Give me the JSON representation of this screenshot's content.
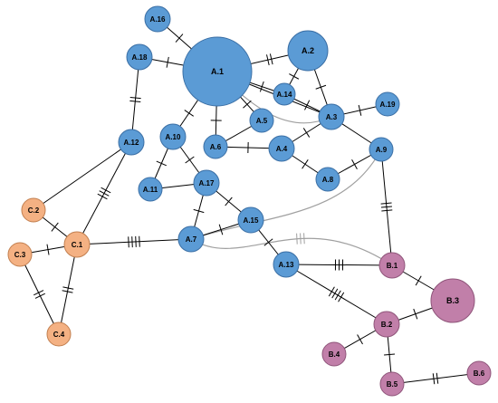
{
  "diagram": {
    "colors": {
      "group_a": "#5b9bd5",
      "group_a_stroke": "#3b6fa5",
      "group_b": "#c17fa9",
      "group_b_stroke": "#8f557a",
      "group_c": "#f4b183",
      "group_c_stroke": "#c27f4f",
      "edge": "#000000",
      "curve": "#a0a0a0"
    },
    "nodes": [
      {
        "id": "A.1",
        "label": "A.1",
        "group": "a"
      },
      {
        "id": "A.2",
        "label": "A.2",
        "group": "a"
      },
      {
        "id": "A.3",
        "label": "A.3",
        "group": "a"
      },
      {
        "id": "A.4",
        "label": "A.4",
        "group": "a"
      },
      {
        "id": "A.5",
        "label": "A.5",
        "group": "a"
      },
      {
        "id": "A.6",
        "label": "A.6",
        "group": "a"
      },
      {
        "id": "A.7",
        "label": "A.7",
        "group": "a"
      },
      {
        "id": "A.8",
        "label": "A.8",
        "group": "a"
      },
      {
        "id": "A.9",
        "label": "A.9",
        "group": "a"
      },
      {
        "id": "A.10",
        "label": "A.10",
        "group": "a"
      },
      {
        "id": "A.11",
        "label": "A.11",
        "group": "a"
      },
      {
        "id": "A.12",
        "label": "A.12",
        "group": "a"
      },
      {
        "id": "A.13",
        "label": "A.13",
        "group": "a"
      },
      {
        "id": "A.14",
        "label": "A.14",
        "group": "a"
      },
      {
        "id": "A.15",
        "label": "A.15",
        "group": "a"
      },
      {
        "id": "A.16",
        "label": "A.16",
        "group": "a"
      },
      {
        "id": "A.17",
        "label": "A.17",
        "group": "a"
      },
      {
        "id": "A.18",
        "label": "A.18",
        "group": "a"
      },
      {
        "id": "A.19",
        "label": "A.19",
        "group": "a"
      },
      {
        "id": "B.1",
        "label": "B.1",
        "group": "b"
      },
      {
        "id": "B.2",
        "label": "B.2",
        "group": "b"
      },
      {
        "id": "B.3",
        "label": "B.3",
        "group": "b"
      },
      {
        "id": "B.4",
        "label": "B.4",
        "group": "b"
      },
      {
        "id": "B.5",
        "label": "B.5",
        "group": "b"
      },
      {
        "id": "B.6",
        "label": "B.6",
        "group": "b"
      },
      {
        "id": "C.1",
        "label": "C.1",
        "group": "c"
      },
      {
        "id": "C.2",
        "label": "C.2",
        "group": "c"
      },
      {
        "id": "C.3",
        "label": "C.3",
        "group": "c"
      },
      {
        "id": "C.4",
        "label": "C.4",
        "group": "c"
      }
    ],
    "edges": [
      {
        "from": "A.16",
        "to": "A.1",
        "ticks": 1
      },
      {
        "from": "A.18",
        "to": "A.1",
        "ticks": 1
      },
      {
        "from": "A.18",
        "to": "A.12",
        "ticks": 2
      },
      {
        "from": "A.1",
        "to": "A.2",
        "ticks": 2
      },
      {
        "from": "A.1",
        "to": "A.14",
        "ticks": 1
      },
      {
        "from": "A.1",
        "to": "A.3",
        "ticks": 1
      },
      {
        "from": "A.1",
        "to": "A.5",
        "ticks": 1
      },
      {
        "from": "A.1",
        "to": "A.6",
        "ticks": 1
      },
      {
        "from": "A.1",
        "to": "A.10",
        "ticks": 1
      },
      {
        "from": "A.2",
        "to": "A.14",
        "ticks": 1
      },
      {
        "from": "A.2",
        "to": "A.3",
        "ticks": 1
      },
      {
        "from": "A.14",
        "to": "A.3",
        "ticks": 1
      },
      {
        "from": "A.3",
        "to": "A.19",
        "ticks": 1
      },
      {
        "from": "A.3",
        "to": "A.4",
        "ticks": 1
      },
      {
        "from": "A.3",
        "to": "A.9",
        "ticks": 0
      },
      {
        "from": "A.5",
        "to": "A.6",
        "ticks": 0
      },
      {
        "from": "A.6",
        "to": "A.4",
        "ticks": 1
      },
      {
        "from": "A.4",
        "to": "A.8",
        "ticks": 1
      },
      {
        "from": "A.8",
        "to": "A.9",
        "ticks": 1
      },
      {
        "from": "A.9",
        "to": "B.1",
        "ticks": 3
      },
      {
        "from": "A.10",
        "to": "A.11",
        "ticks": 1
      },
      {
        "from": "A.10",
        "to": "A.17",
        "ticks": 1
      },
      {
        "from": "A.11",
        "to": "A.17",
        "ticks": 0
      },
      {
        "from": "A.17",
        "to": "A.7",
        "ticks": 1
      },
      {
        "from": "A.17",
        "to": "A.15",
        "ticks": 1
      },
      {
        "from": "A.15",
        "to": "A.7",
        "ticks": 1
      },
      {
        "from": "A.15",
        "to": "A.13",
        "ticks": 1
      },
      {
        "from": "A.13",
        "to": "B.1",
        "ticks": 3
      },
      {
        "from": "A.13",
        "to": "B.2",
        "ticks": 4
      },
      {
        "from": "A.12",
        "to": "C.2",
        "ticks": 0
      },
      {
        "from": "A.12",
        "to": "C.1",
        "ticks": 3
      },
      {
        "from": "A.7",
        "to": "C.1",
        "ticks": 4
      },
      {
        "from": "C.2",
        "to": "C.1",
        "ticks": 1
      },
      {
        "from": "C.3",
        "to": "C.1",
        "ticks": 1
      },
      {
        "from": "C.3",
        "to": "C.4",
        "ticks": 2
      },
      {
        "from": "C.1",
        "to": "C.4",
        "ticks": 2
      },
      {
        "from": "B.1",
        "to": "B.3",
        "ticks": 1
      },
      {
        "from": "B.3",
        "to": "B.2",
        "ticks": 1
      },
      {
        "from": "B.2",
        "to": "B.4",
        "ticks": 1
      },
      {
        "from": "B.2",
        "to": "B.5",
        "ticks": 1
      },
      {
        "from": "B.5",
        "to": "B.6",
        "ticks": 2
      }
    ],
    "curves": [
      {
        "id": "curve-a7-a9",
        "from": "A.7",
        "to": "A.9",
        "ticks": 0
      },
      {
        "id": "curve-a7-b1",
        "from": "A.7",
        "to": "B.1",
        "ticks": 3
      },
      {
        "id": "curve-a1-a3",
        "from": "A.1",
        "to": "A.3",
        "ticks": 0
      }
    ]
  }
}
